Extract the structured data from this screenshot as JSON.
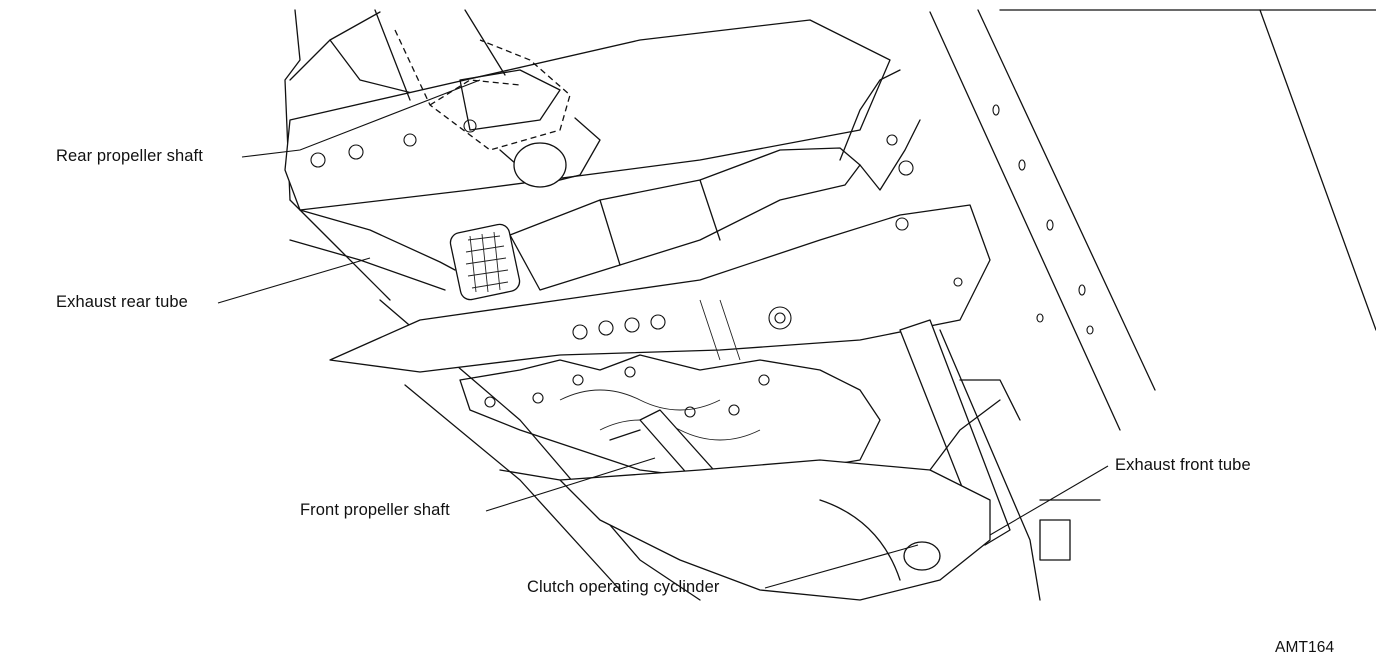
{
  "labels": {
    "rear_propeller_shaft": "Rear propeller shaft",
    "exhaust_rear_tube": "Exhaust rear tube",
    "front_propeller_shaft": "Front propeller shaft",
    "clutch_operating_cylinder": "Clutch operating cyclinder",
    "exhaust_front_tube": "Exhaust front tube"
  },
  "figure_id": "AMT164"
}
